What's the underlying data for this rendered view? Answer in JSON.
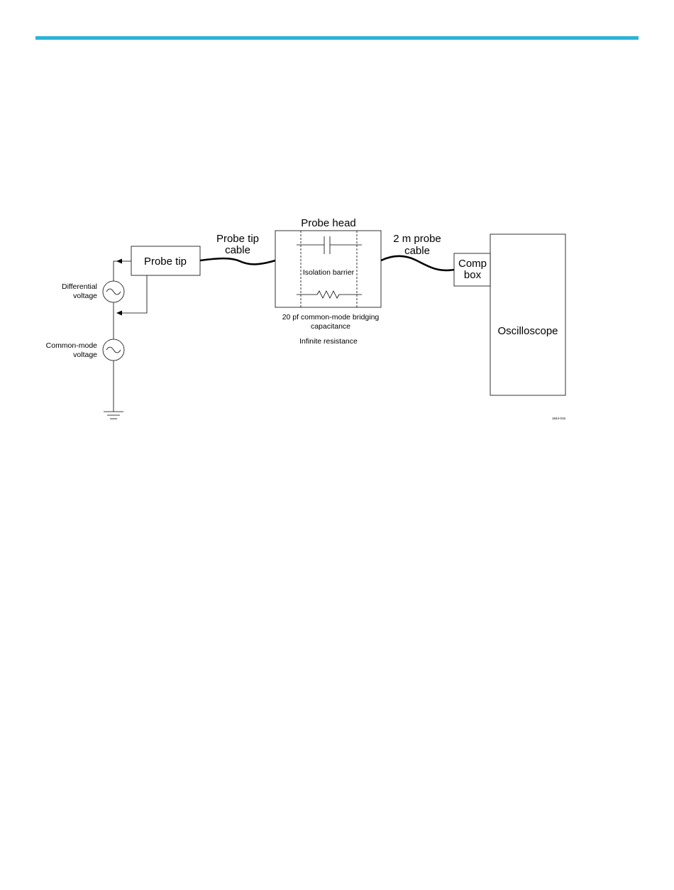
{
  "page": {
    "accent_color": "#2ab4d8"
  },
  "diagram": {
    "probe_tip": "Probe tip",
    "probe_tip_cable": [
      "Probe tip",
      "cable"
    ],
    "probe_head": "Probe head",
    "isolation_barrier": "Isolation barrier",
    "bridging_capacitance": [
      "20 pf common-mode bridging",
      "capacitance"
    ],
    "infinite_resistance": "Infinite resistance",
    "probe_cable": [
      "2 m probe",
      "cable"
    ],
    "comp_box": [
      "Comp",
      "box"
    ],
    "oscilloscope": "Oscilloscope",
    "differential_voltage": [
      "Differential",
      "voltage"
    ],
    "common_mode_voltage": [
      "Common-mode",
      "voltage"
    ],
    "figure_id": "1844-016"
  }
}
